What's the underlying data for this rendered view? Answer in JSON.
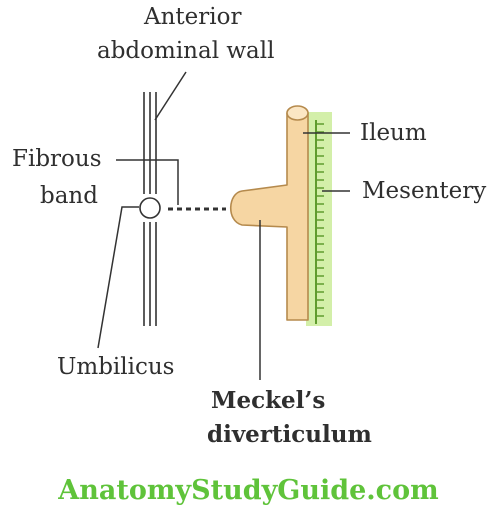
{
  "labels": {
    "anterior_abdominal_wall_line1": "Anterior",
    "anterior_abdominal_wall_line2": "abdominal wall",
    "fibrous_band_line1": "Fibrous",
    "fibrous_band_line2": "band",
    "umbilicus": "Umbilicus",
    "ileum": "Ileum",
    "mesentery": "Mesentery",
    "meckels_line1": "Meckel’s",
    "meckels_line2": "diverticulum"
  },
  "watermark": "AnatomyStudyGuide.com",
  "colors": {
    "text": "#2f2f2f",
    "bowel_fill": "#f6d6a3",
    "bowel_outline": "#b58a4d",
    "mesentery_fill": "#d3efa9",
    "mesentery_ticks": "#5f9c2e",
    "watermark": "#5fc33a",
    "lines": "#333333"
  }
}
